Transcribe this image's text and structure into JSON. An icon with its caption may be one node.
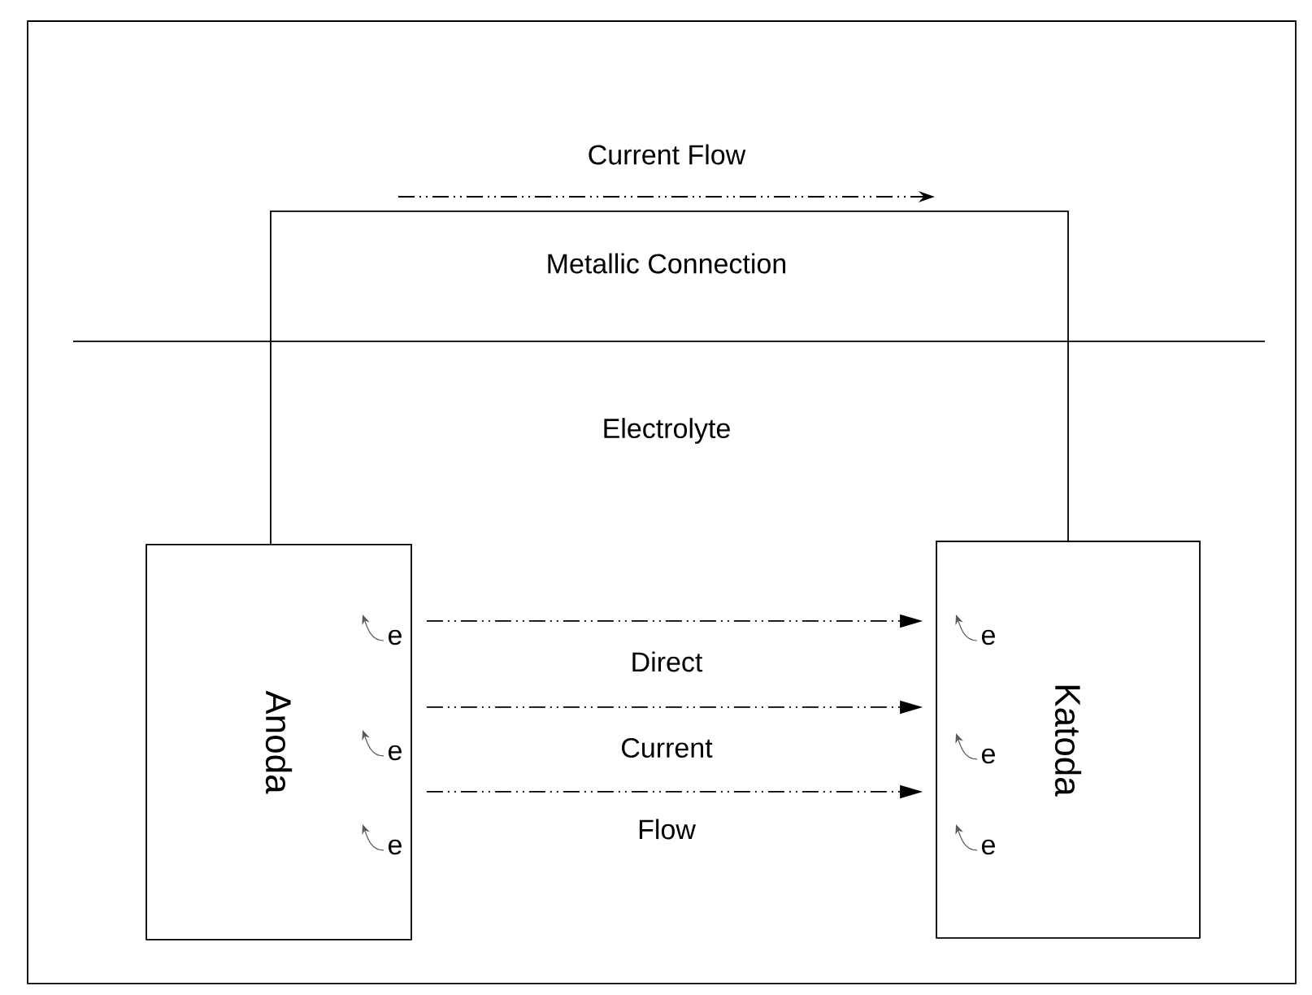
{
  "diagram": {
    "nodes": [
      {
        "text": [
          "Anoda"
        ]
      },
      {
        "text": [
          "Katoda"
        ]
      }
    ],
    "edges": [
      {
        "from": 0,
        "to": 1,
        "arrow": "none",
        "label": "Metallic Connection"
      },
      {
        "from": 0,
        "to": 1,
        "arrow": "to",
        "style": "dashed",
        "label": "Direct"
      },
      {
        "from": 0,
        "to": 1,
        "arrow": "to",
        "style": "dashed",
        "label": "Current"
      },
      {
        "from": 0,
        "to": 1,
        "arrow": "to",
        "style": "dashed",
        "label": "Flow"
      }
    ],
    "labels": [
      "Current Flow",
      "Electrolyte",
      "e",
      "e",
      "e",
      "e",
      "e",
      "e"
    ]
  }
}
